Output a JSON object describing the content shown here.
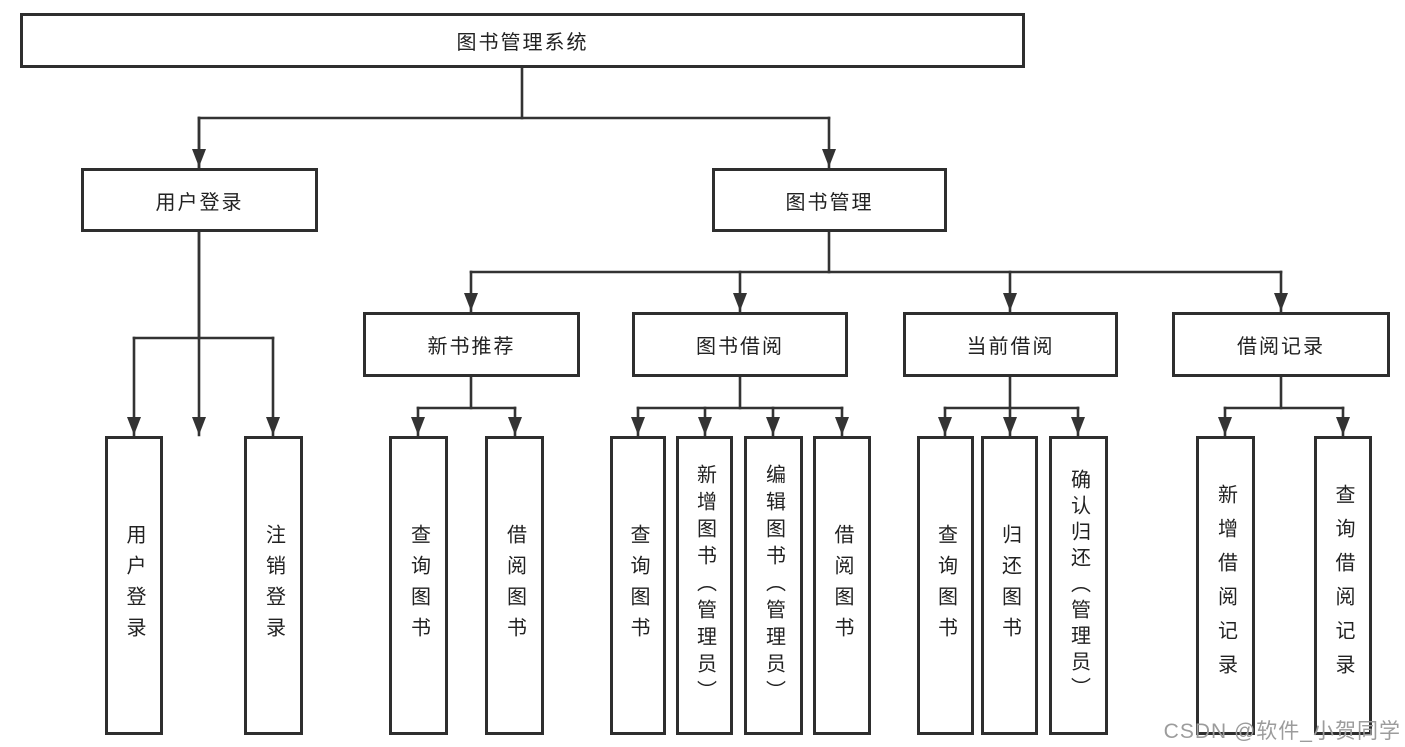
{
  "diagram": {
    "title": "图书管理系统",
    "level2": {
      "user_login": "用户登录",
      "book_mgmt": "图书管理"
    },
    "level3": {
      "new_book_rec": "新书推荐",
      "book_borrow": "图书借阅",
      "current_borrow": "当前借阅",
      "borrow_records": "借阅记录"
    },
    "leaves": {
      "user_login": "用户登录",
      "logout": "注销登录",
      "rec_search_book": "查询图书",
      "rec_borrow_book": "借阅图书",
      "bb_search_book": "查询图书",
      "bb_add_book": "新增图书（管理员）",
      "bb_edit_book": "编辑图书（管理员）",
      "bb_borrow_book": "借阅图书",
      "cb_search_book": "查询图书",
      "cb_return_book": "归还图书",
      "cb_confirm_return": "确认归还（管理员）",
      "br_add_record": "新增借阅记录",
      "br_search_record": "查询借阅记录"
    },
    "structure": {
      "图书管理系统": [
        "用户登录",
        "图书管理"
      ],
      "用户登录": [
        "用户登录",
        "注销登录"
      ],
      "图书管理": [
        "新书推荐",
        "图书借阅",
        "当前借阅",
        "借阅记录"
      ],
      "新书推荐": [
        "查询图书",
        "借阅图书"
      ],
      "图书借阅": [
        "查询图书",
        "新增图书（管理员）",
        "编辑图书（管理员）",
        "借阅图书"
      ],
      "当前借阅": [
        "查询图书",
        "归还图书",
        "确认归还（管理员）"
      ],
      "借阅记录": [
        "新增借阅记录",
        "查询借阅记录"
      ]
    },
    "colors": {
      "line": "#333333",
      "border": "#2e2e2e",
      "text": "#222222",
      "watermark": "#9c9c9c",
      "background": "#ffffff"
    }
  },
  "watermark": "CSDN @软件_小贺同学"
}
